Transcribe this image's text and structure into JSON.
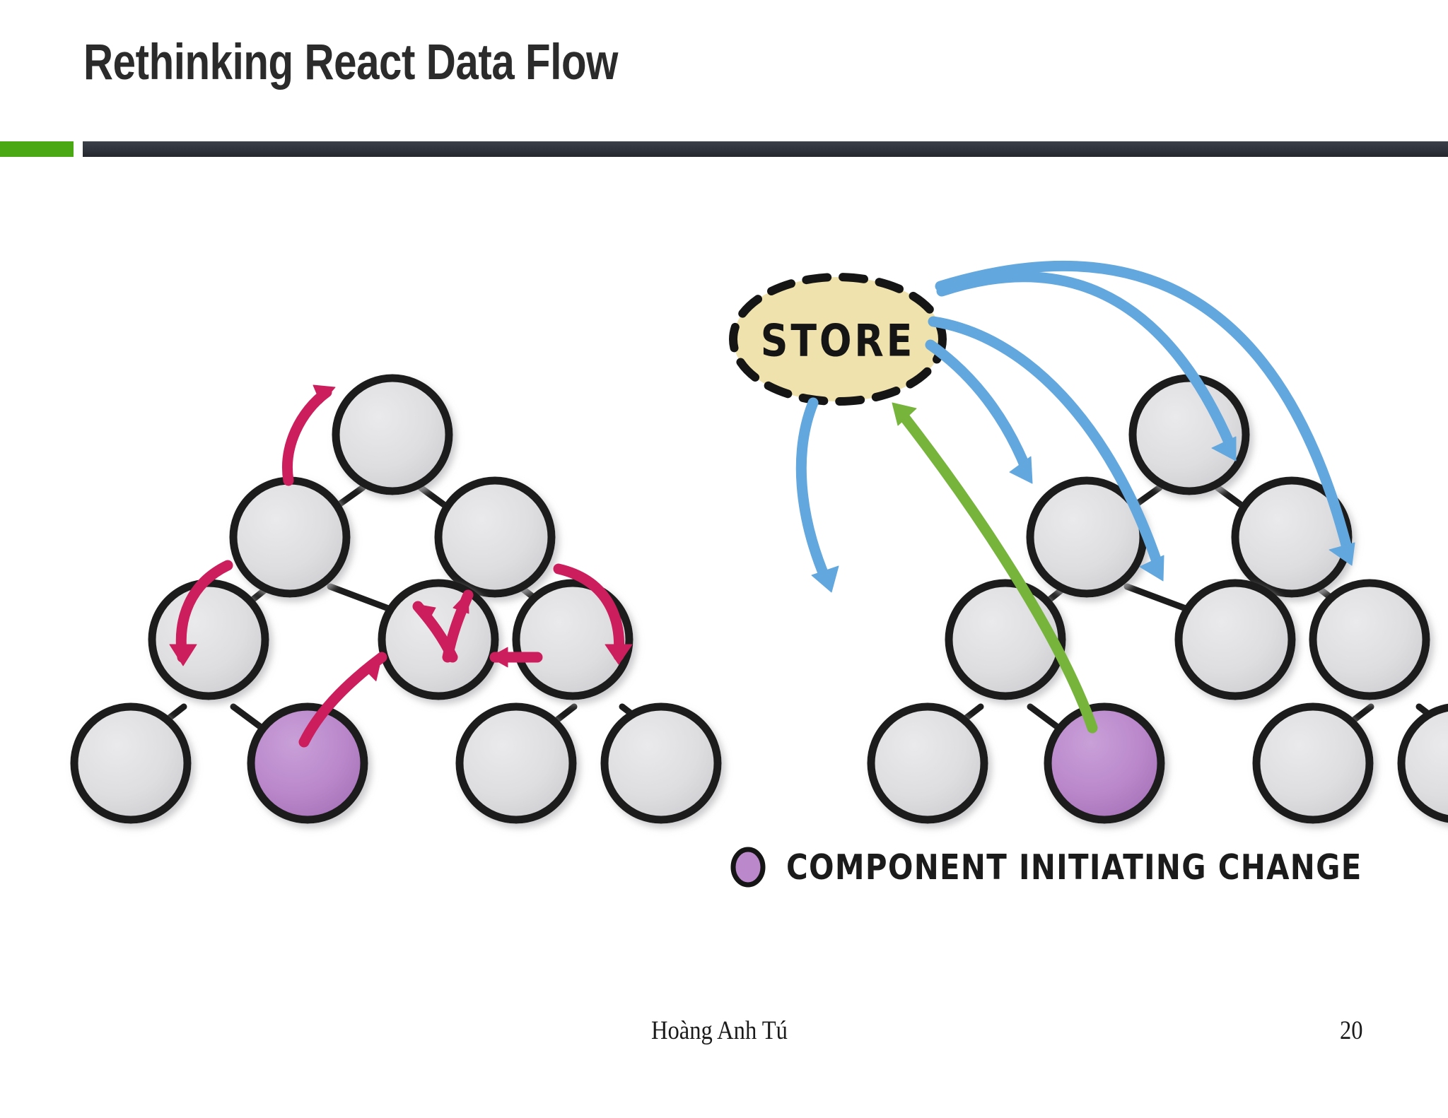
{
  "slide": {
    "title": "Rethinking React Data Flow",
    "accent_green": "#49A813",
    "accent_dark": "#2f333b",
    "background": "#ffffff"
  },
  "footer": {
    "author": "Hoàng Anh Tú",
    "page_number": "20"
  },
  "legend": {
    "swatch_icon": "purple-circle-icon",
    "label": "COMPONENT INITIATING CHANGE",
    "swatch_color": "#BE90CE"
  },
  "diagram": {
    "type": "two-panel-tree-comparison",
    "colors": {
      "node_fill": "#DEDEE0",
      "node_stroke": "#1c1c1c",
      "node_highlight_fill": "#BA88CB",
      "prop_drilling_arrow": "#CC1E5C",
      "store_broadcast_arrow": "#62A7DE",
      "store_dispatch_arrow": "#76B43C",
      "store_fill": "#EFE2AC",
      "store_stroke": "#151515"
    },
    "left_panel": {
      "name": "prop-drilling-tree",
      "arrow_color": "#CC1E5C",
      "node_count": 10,
      "highlighted_node": "bottom-left-second-leaf",
      "arrow_count": 6
    },
    "right_panel": {
      "name": "central-store-tree",
      "store_label": "STORE",
      "store_shape": "dashed-ellipse",
      "broadcast_arrow_color": "#62A7DE",
      "dispatch_arrow_color": "#76B43C",
      "node_count": 10,
      "highlighted_node": "bottom-left-second-leaf",
      "broadcast_arrow_count": 5,
      "dispatch_arrow_count": 1
    }
  }
}
